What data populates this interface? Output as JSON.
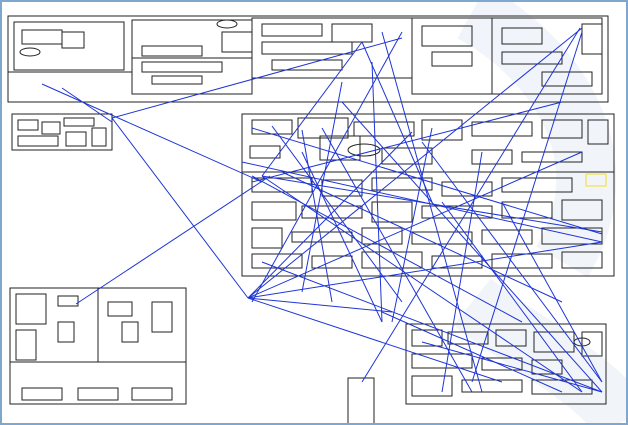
{
  "canvas": {
    "background": "#ffffff",
    "frame_color": "#7fa6cc",
    "watermark_color": "#eef3fa",
    "plan_stroke": "#222222",
    "route_color": "#1f35d6",
    "highlight_color": "#f3e24a"
  },
  "plans": [
    {
      "id": "plan-top",
      "label": ""
    },
    {
      "id": "plan-left-small",
      "label": ""
    },
    {
      "id": "plan-center",
      "label": ""
    },
    {
      "id": "plan-bottom-left",
      "label": ""
    },
    {
      "id": "plan-bottom-right",
      "label": ""
    }
  ],
  "routes_style": "blue line segments connecting points across the floor plans"
}
